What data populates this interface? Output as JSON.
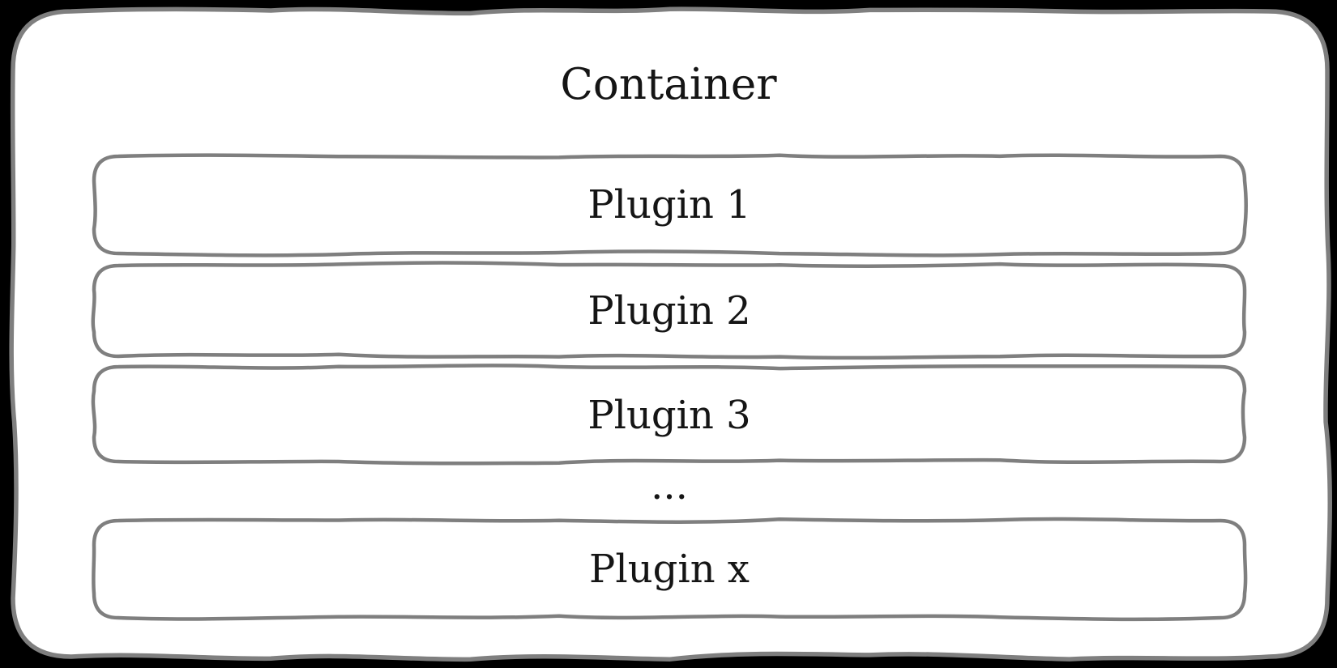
{
  "diagram": {
    "title": "Container",
    "plugins": [
      {
        "label": "Plugin 1"
      },
      {
        "label": "Plugin 2"
      },
      {
        "label": "Plugin 3"
      },
      {
        "label": "Plugin x"
      }
    ],
    "ellipsis": "...",
    "colors": {
      "canvas_background": "#000000",
      "container_fill": "#ffffff",
      "sketch_stroke": "#7f7f7f",
      "text": "#151515"
    }
  }
}
